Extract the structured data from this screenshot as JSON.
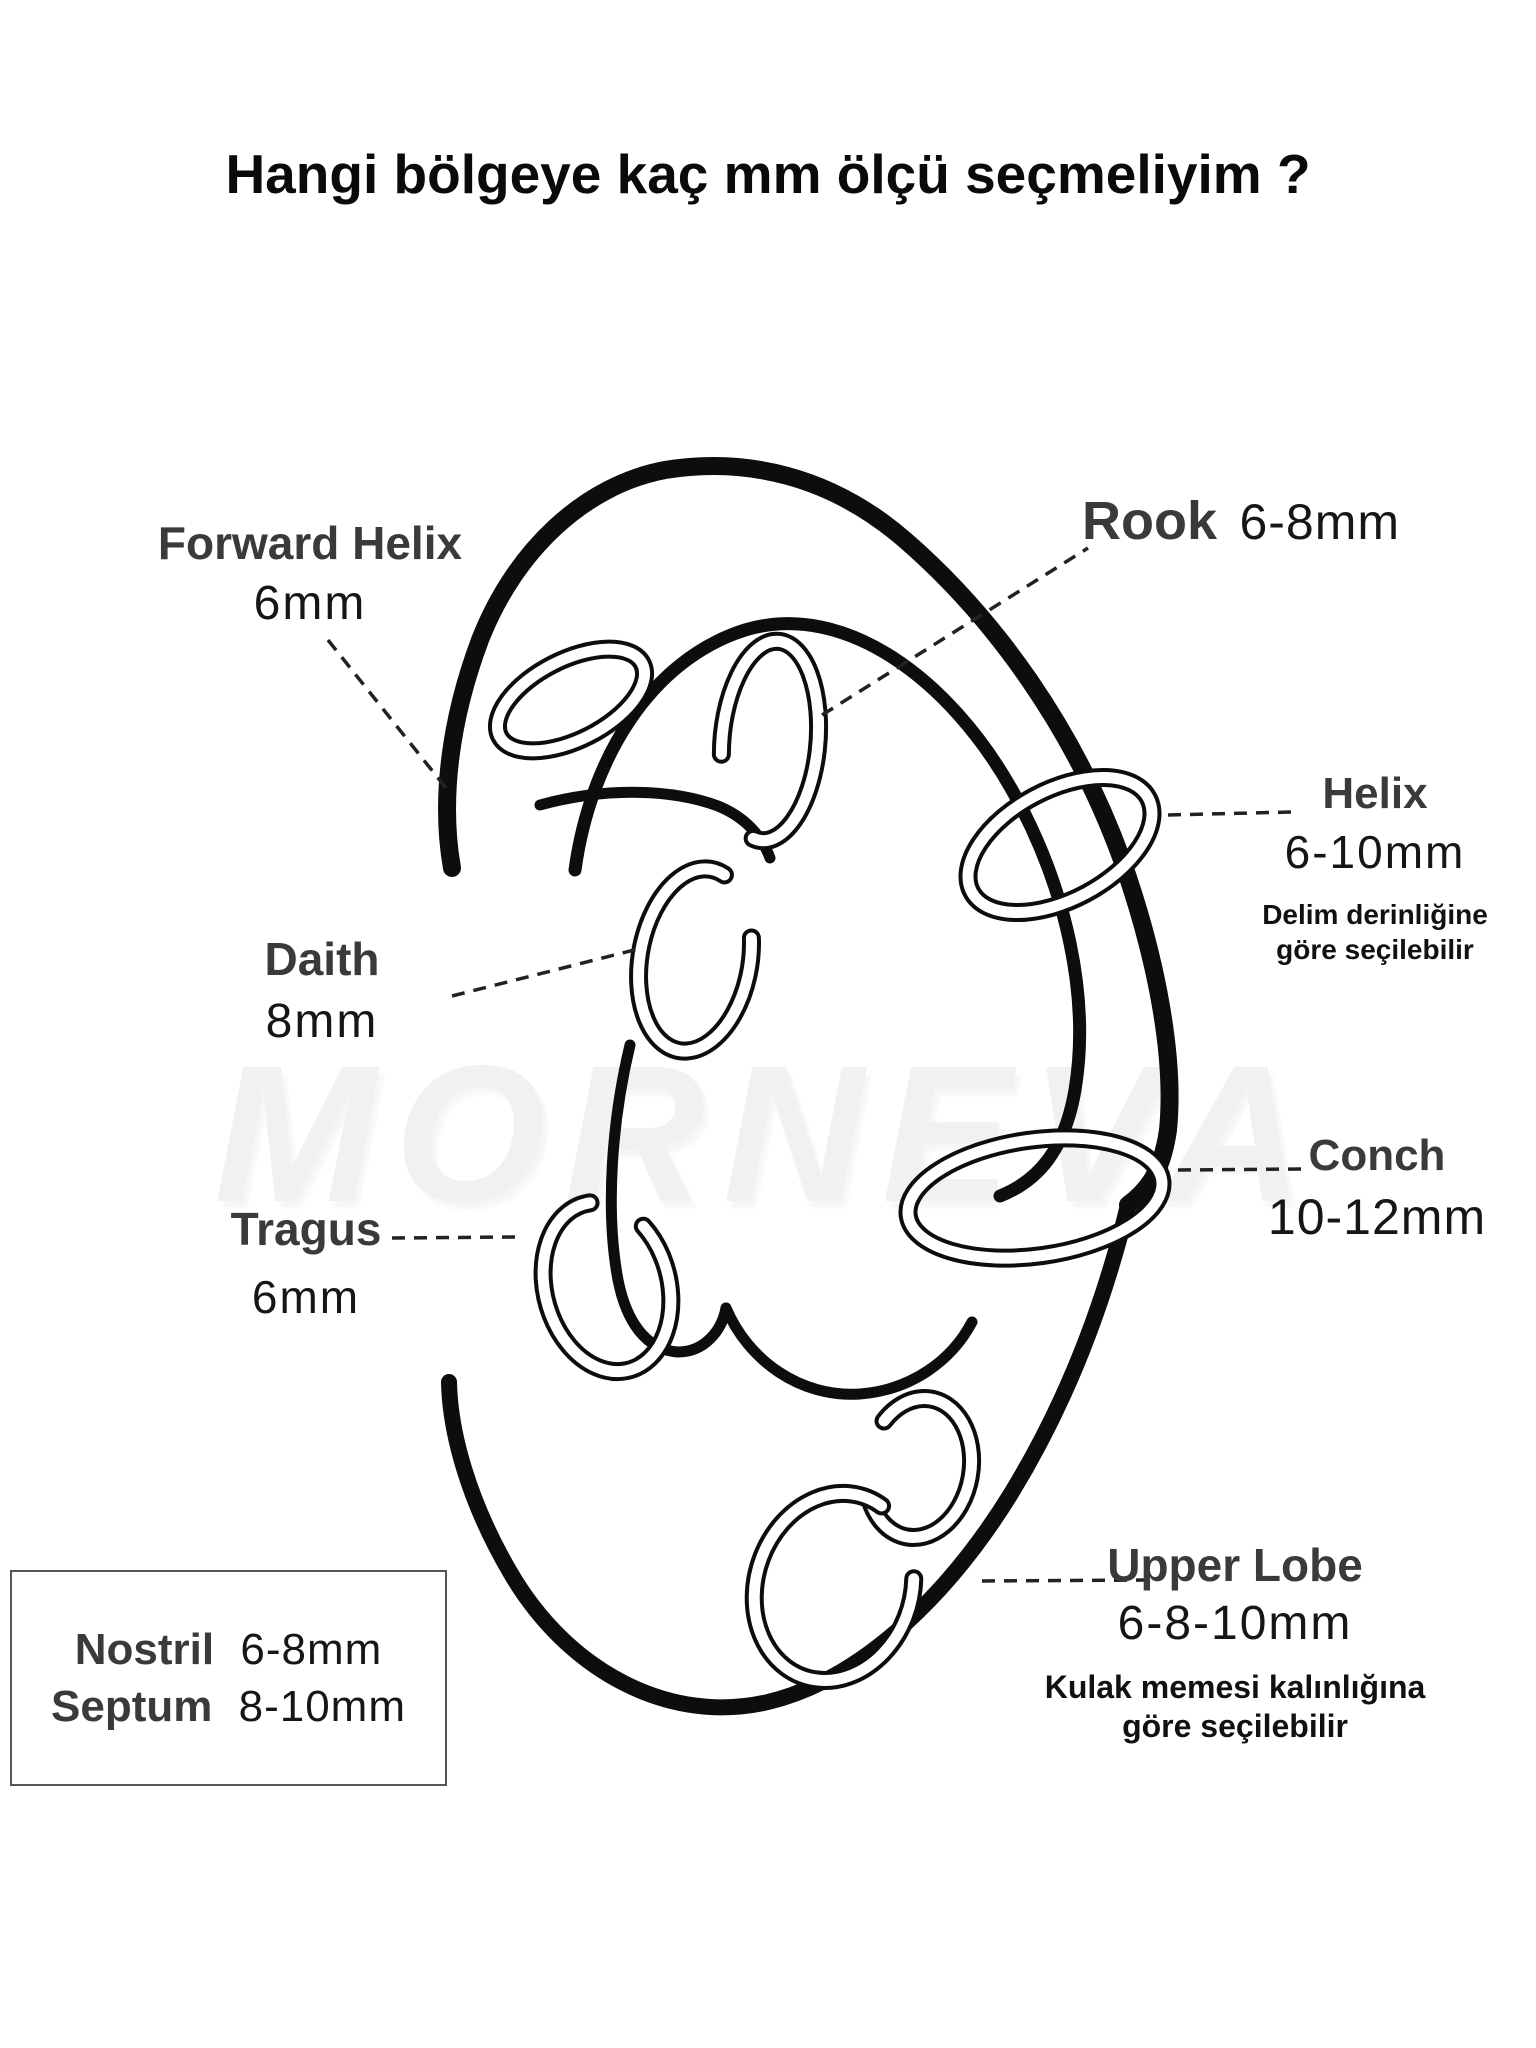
{
  "title": "Hangi bölgeye kaç mm ölçü seçmeliyim ?",
  "watermark": "MORNEVA",
  "labels": {
    "forward_helix": {
      "name": "Forward Helix",
      "size": "6mm"
    },
    "rook": {
      "name": "Rook",
      "size": "6-8mm"
    },
    "helix": {
      "name": "Helix",
      "size": "6-10mm",
      "note_line1": "Delim derinliğine",
      "note_line2": "göre seçilebilir"
    },
    "daith": {
      "name": "Daith",
      "size": "8mm"
    },
    "tragus": {
      "name": "Tragus",
      "size": "6mm"
    },
    "conch": {
      "name": "Conch",
      "size": "10-12mm"
    },
    "upper_lobe": {
      "name": "Upper Lobe",
      "size": "6-8-10mm",
      "note_line1": "Kulak memesi kalınlığına",
      "note_line2": "göre seçilebilir"
    }
  },
  "info_box": {
    "rows": [
      {
        "name": "Nostril",
        "size": "6-8mm"
      },
      {
        "name": "Septum",
        "size": "8-10mm"
      }
    ]
  },
  "colors": {
    "label": "#3a3a3a",
    "value": "#161616",
    "line": "#0d0d0d",
    "watermark": "#f1f1f1",
    "border": "#555555",
    "background": "#ffffff"
  }
}
